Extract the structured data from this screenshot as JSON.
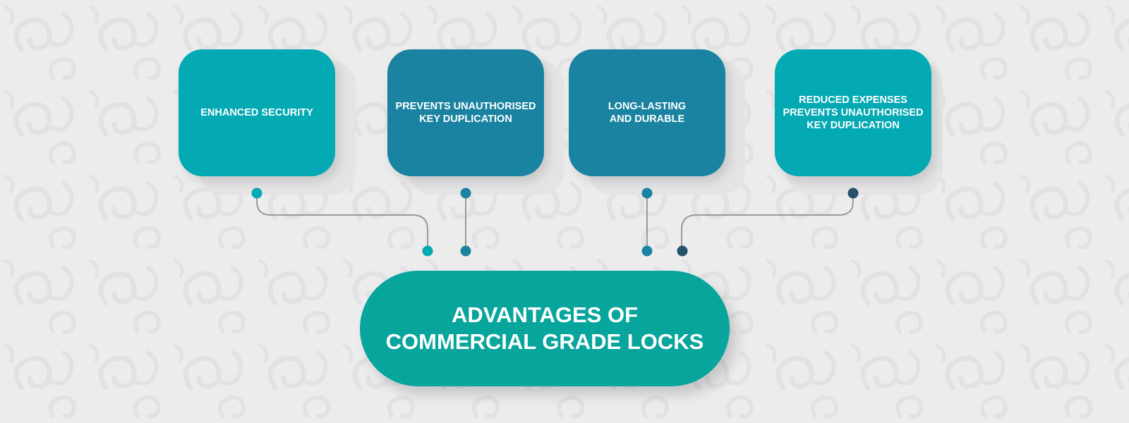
{
  "colors": {
    "teal": "#03a9b3",
    "steel_blue": "#1983a1",
    "navy": "#26516b",
    "hub_green": "#07a59c",
    "connector_line": "#9a9a9a",
    "background": "#ececed"
  },
  "cards": [
    {
      "label": "ENHANCED SECURITY",
      "color": "#03a9b3"
    },
    {
      "label": "PREVENTS UNAUTHORISED\nKEY DUPLICATION",
      "color": "#1983a1"
    },
    {
      "label": "LONG-LASTING\nAND DURABLE",
      "color": "#1983a1"
    },
    {
      "label": "REDUCED EXPENSES\nPREVENTS UNAUTHORISED\nKEY DUPLICATION",
      "color": "#03a9b3"
    }
  ],
  "hub": {
    "title": "ADVANTAGES OF\nCOMMERCIAL GRADE LOCKS",
    "color": "#07a59c"
  },
  "connector_dot_colors": {
    "top": [
      "#03a9b3",
      "#1983a1",
      "#1983a1",
      "#26516b"
    ],
    "bottom": [
      "#03a9b3",
      "#1983a1",
      "#1983a1",
      "#26516b"
    ]
  }
}
